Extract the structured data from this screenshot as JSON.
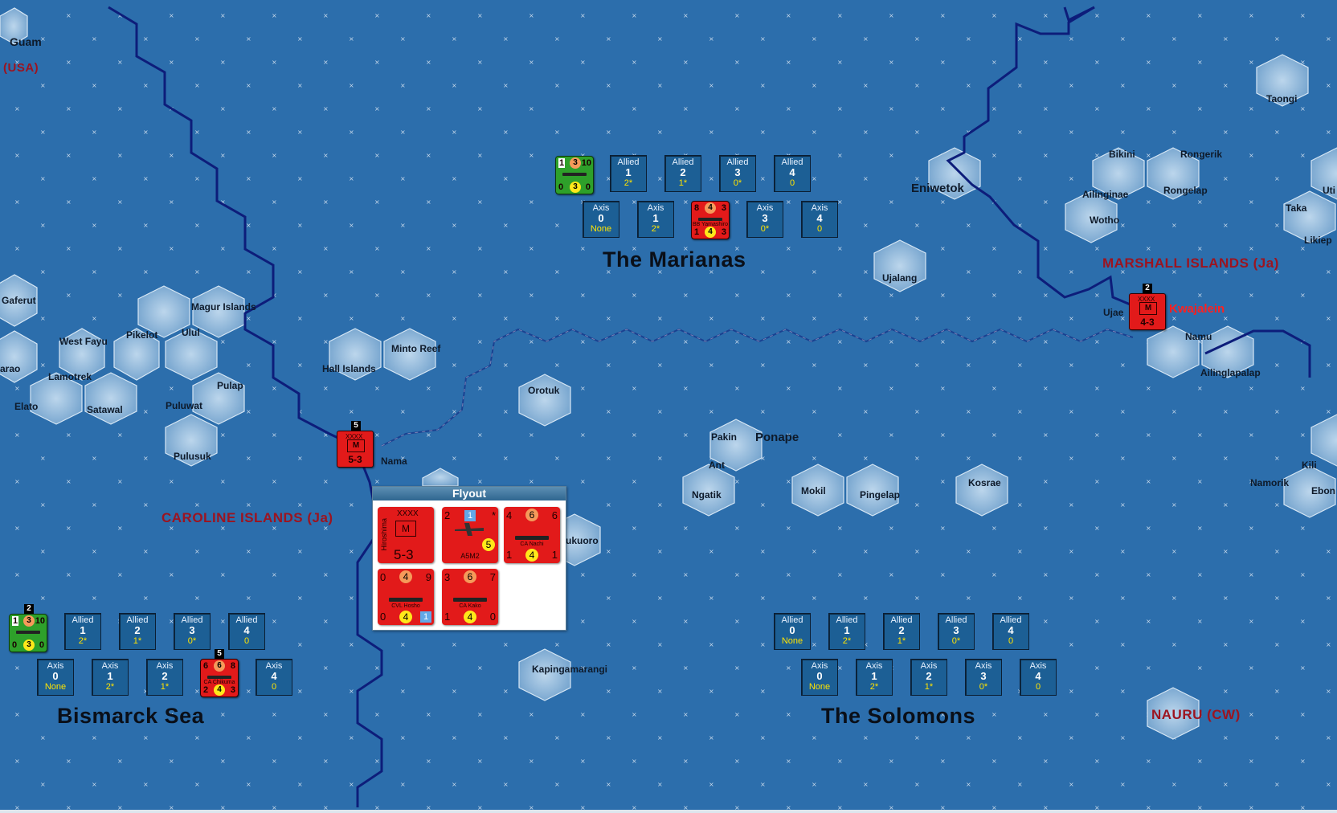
{
  "map": {
    "islands": [
      {
        "name": "Guam"
      },
      {
        "name": "Gaferut"
      },
      {
        "name": "West Fayu"
      },
      {
        "name": "Pikelot"
      },
      {
        "name": "Magur Islands"
      },
      {
        "name": "Ulul"
      },
      {
        "name": "arao"
      },
      {
        "name": "Lamotrek"
      },
      {
        "name": "Elato"
      },
      {
        "name": "Satawal"
      },
      {
        "name": "Pulap"
      },
      {
        "name": "Puluwat"
      },
      {
        "name": "Pulusuk"
      },
      {
        "name": "Hall Islands"
      },
      {
        "name": "Minto Reef"
      },
      {
        "name": "Nama"
      },
      {
        "name": "Orotuk"
      },
      {
        "name": "ukuoro"
      },
      {
        "name": "Kapingamarangi"
      },
      {
        "name": "Pakin"
      },
      {
        "name": "Ant"
      },
      {
        "name": "Ponape"
      },
      {
        "name": "Ngatik"
      },
      {
        "name": "Mokil"
      },
      {
        "name": "Pingelap"
      },
      {
        "name": "Kosrae"
      },
      {
        "name": "Eniwetok"
      },
      {
        "name": "Ujalang"
      },
      {
        "name": "Bikini"
      },
      {
        "name": "Rongerik"
      },
      {
        "name": "Ailinginae"
      },
      {
        "name": "Rongelap"
      },
      {
        "name": "Wotho"
      },
      {
        "name": "Taongi"
      },
      {
        "name": "Uti"
      },
      {
        "name": "Taka"
      },
      {
        "name": "Likiep"
      },
      {
        "name": "Ujae"
      },
      {
        "name": "Kwajalein"
      },
      {
        "name": "Namu"
      },
      {
        "name": "Ailinglapalap"
      },
      {
        "name": "Kili"
      },
      {
        "name": "Namorik"
      },
      {
        "name": "Ebon"
      }
    ],
    "regions": {
      "usa": "(USA)",
      "caroline": "CAROLINE ISLANDS (Ja)",
      "marshall": "MARSHALL ISLANDS (Ja)",
      "nauru": "NAURU (CW)"
    },
    "sea_areas": {
      "marianas": {
        "name": "The Marianas",
        "allied": [
          {
            "label": "Allied",
            "num": "1",
            "val": "2*"
          },
          {
            "label": "Allied",
            "num": "2",
            "val": "1*"
          },
          {
            "label": "Allied",
            "num": "3",
            "val": "0*"
          },
          {
            "label": "Allied",
            "num": "4",
            "val": "0"
          }
        ],
        "axis": [
          {
            "label": "Axis",
            "num": "0",
            "val": "None"
          },
          {
            "label": "Axis",
            "num": "1",
            "val": "2*"
          },
          {
            "label": "Axis",
            "num": "3",
            "val": "0*"
          },
          {
            "label": "Axis",
            "num": "4",
            "val": "0"
          }
        ],
        "green_counter": {
          "tl": "1",
          "top_circle": "3",
          "tr": "10",
          "bl": "0",
          "bottom_circle": "3",
          "br": "0"
        },
        "red_counter": {
          "tl": "8",
          "top_circle": "4",
          "tr": "3",
          "bl": "1",
          "bottom_circle": "4",
          "br": "3",
          "name": "BB Yamashiro"
        }
      },
      "bismarck": {
        "name": "Bismarck Sea",
        "allied": [
          {
            "label": "Allied",
            "num": "1",
            "val": "2*"
          },
          {
            "label": "Allied",
            "num": "2",
            "val": "1*"
          },
          {
            "label": "Allied",
            "num": "3",
            "val": "0*"
          },
          {
            "label": "Allied",
            "num": "4",
            "val": "0"
          }
        ],
        "axis": [
          {
            "label": "Axis",
            "num": "0",
            "val": "None"
          },
          {
            "label": "Axis",
            "num": "1",
            "val": "2*"
          },
          {
            "label": "Axis",
            "num": "2",
            "val": "1*"
          },
          {
            "label": "Axis",
            "num": "4",
            "val": "0"
          }
        ],
        "stack_badge": "2",
        "red_badge": "5",
        "green_counter": {
          "tl": "1",
          "top_circle": "3",
          "tr": "10",
          "bl": "0",
          "bottom_circle": "3",
          "br": "0"
        },
        "red_counter": {
          "tl": "6",
          "top_circle": "6",
          "tr": "8",
          "bl": "2",
          "bottom_circle": "4",
          "br": "3",
          "name": "CA Chikuma"
        }
      },
      "solomons": {
        "name": "The Solomons",
        "allied": [
          {
            "label": "Allied",
            "num": "0",
            "val": "None"
          },
          {
            "label": "Allied",
            "num": "1",
            "val": "2*"
          },
          {
            "label": "Allied",
            "num": "2",
            "val": "1*"
          },
          {
            "label": "Allied",
            "num": "3",
            "val": "0*"
          },
          {
            "label": "Allied",
            "num": "4",
            "val": "0"
          }
        ],
        "axis": [
          {
            "label": "Axis",
            "num": "0",
            "val": "None"
          },
          {
            "label": "Axis",
            "num": "1",
            "val": "2*"
          },
          {
            "label": "Axis",
            "num": "2",
            "val": "1*"
          },
          {
            "label": "Axis",
            "num": "3",
            "val": "0*"
          },
          {
            "label": "Axis",
            "num": "4",
            "val": "0"
          }
        ]
      }
    },
    "units": {
      "nama_army": {
        "corps": "XXXX",
        "type": "M",
        "strength": "5-3",
        "stack": "5"
      },
      "kwajalein_army": {
        "corps": "XXXX",
        "type": "M",
        "strength": "4-3",
        "stack": "2"
      }
    }
  },
  "flyout": {
    "title": "Flyout",
    "units": [
      {
        "name": "Hiroshima",
        "corps": "XXXX",
        "type": "M",
        "strength": "5-3"
      },
      {
        "name": "A5M2",
        "tl": "2",
        "box": "1",
        "circle": "5",
        "mark": "*"
      },
      {
        "name": "CA Nachi",
        "tl": "4",
        "circle_top": "6",
        "tr": "6",
        "bl": "1",
        "circle_bot": "4",
        "br": "1"
      },
      {
        "name": "CVL Hosho",
        "tl": "0",
        "circle_top": "4",
        "tr": "9",
        "bl": "0",
        "circle_bot": "4",
        "box": "1"
      },
      {
        "name": "CA Kako",
        "tl": "3",
        "circle_top": "6",
        "tr": "7",
        "bl": "1",
        "circle_bot": "4",
        "br": "0"
      }
    ]
  },
  "colors": {
    "sea": "#2c6eac",
    "axis": "#e21a1a",
    "allied": "#2ea02a",
    "region_text": "#9c1420"
  }
}
